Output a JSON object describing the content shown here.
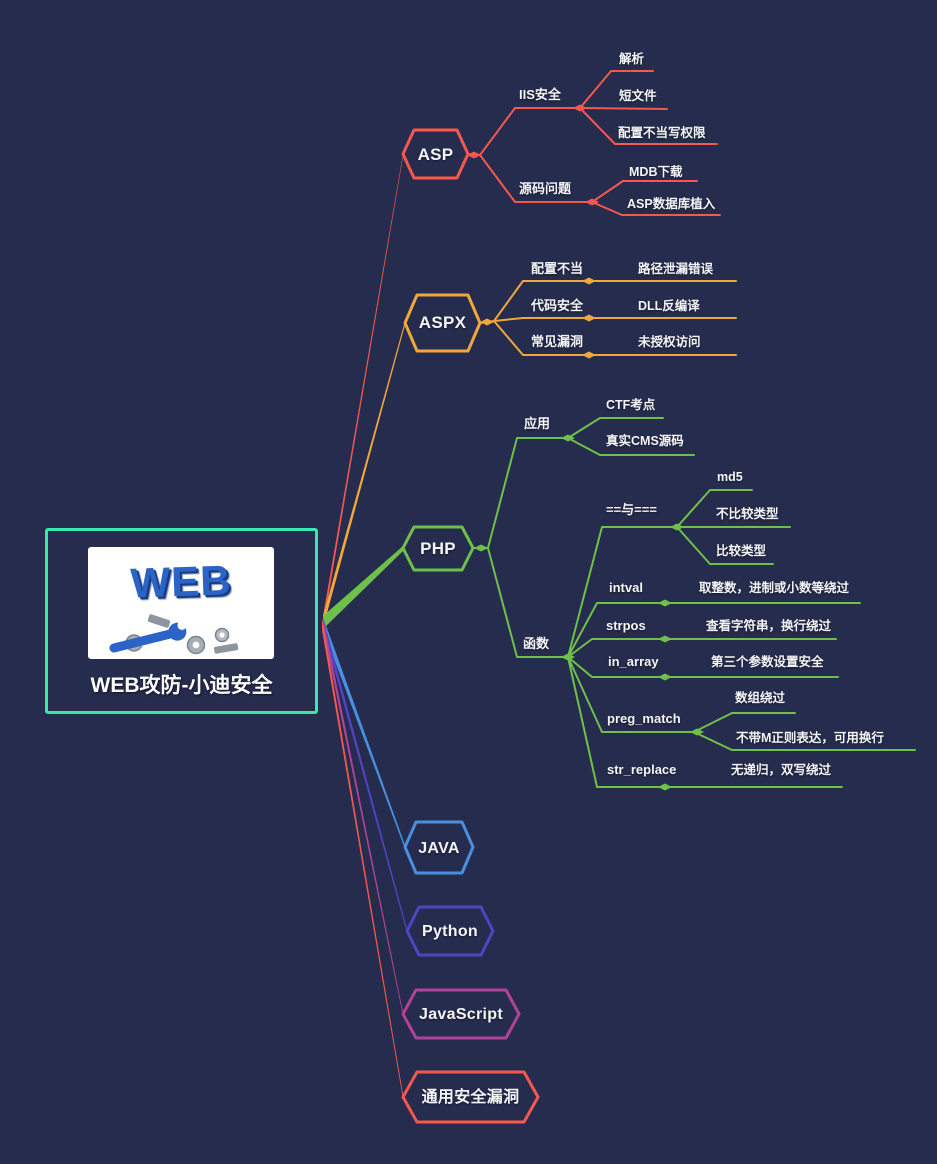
{
  "canvas": {
    "background": "#262c4e",
    "root_border": "#38e7ac"
  },
  "root": {
    "title": "WEB攻防-小迪安全",
    "image_text": "WEB"
  },
  "branches": [
    {
      "label": "ASP",
      "color": "#f5584e",
      "children": [
        {
          "label": "IIS安全",
          "children": [
            {
              "label": "解析"
            },
            {
              "label": "短文件"
            },
            {
              "label": "配置不当写权限"
            }
          ]
        },
        {
          "label": "源码问题",
          "children": [
            {
              "label": "MDB下载"
            },
            {
              "label": "ASP数据库植入"
            }
          ]
        }
      ]
    },
    {
      "label": "ASPX",
      "color": "#f0a73c",
      "children": [
        {
          "label": "配置不当",
          "children": [
            {
              "label": "路径泄漏错误"
            }
          ]
        },
        {
          "label": "代码安全",
          "children": [
            {
              "label": "DLL反编译"
            }
          ]
        },
        {
          "label": "常见漏洞",
          "children": [
            {
              "label": "未授权访问"
            }
          ]
        }
      ]
    },
    {
      "label": "PHP",
      "color": "#6fc04a",
      "children": [
        {
          "label": "应用",
          "children": [
            {
              "label": "CTF考点"
            },
            {
              "label": "真实CMS源码"
            }
          ]
        },
        {
          "label": "函数",
          "children": [
            {
              "label": "==与===",
              "children": [
                {
                  "label": "md5"
                },
                {
                  "label": "不比较类型"
                },
                {
                  "label": "比较类型"
                }
              ]
            },
            {
              "label": "intval",
              "children": [
                {
                  "label": "取整数，进制或小数等绕过"
                }
              ]
            },
            {
              "label": "strpos",
              "children": [
                {
                  "label": "查看字符串，换行绕过"
                }
              ]
            },
            {
              "label": "in_array",
              "children": [
                {
                  "label": "第三个参数设置安全"
                }
              ]
            },
            {
              "label": "preg_match",
              "children": [
                {
                  "label": "数组绕过"
                },
                {
                  "label": "不带M正则表达，可用换行"
                }
              ]
            },
            {
              "label": "str_replace",
              "children": [
                {
                  "label": "无递归，双写绕过"
                }
              ]
            }
          ]
        }
      ]
    },
    {
      "label": "JAVA",
      "color": "#4a8fdf",
      "children": []
    },
    {
      "label": "Python",
      "color": "#5144c4",
      "children": []
    },
    {
      "label": "JavaScript",
      "color": "#af4398",
      "children": []
    },
    {
      "label": "通用安全漏洞",
      "color": "#f5584e",
      "children": []
    }
  ]
}
